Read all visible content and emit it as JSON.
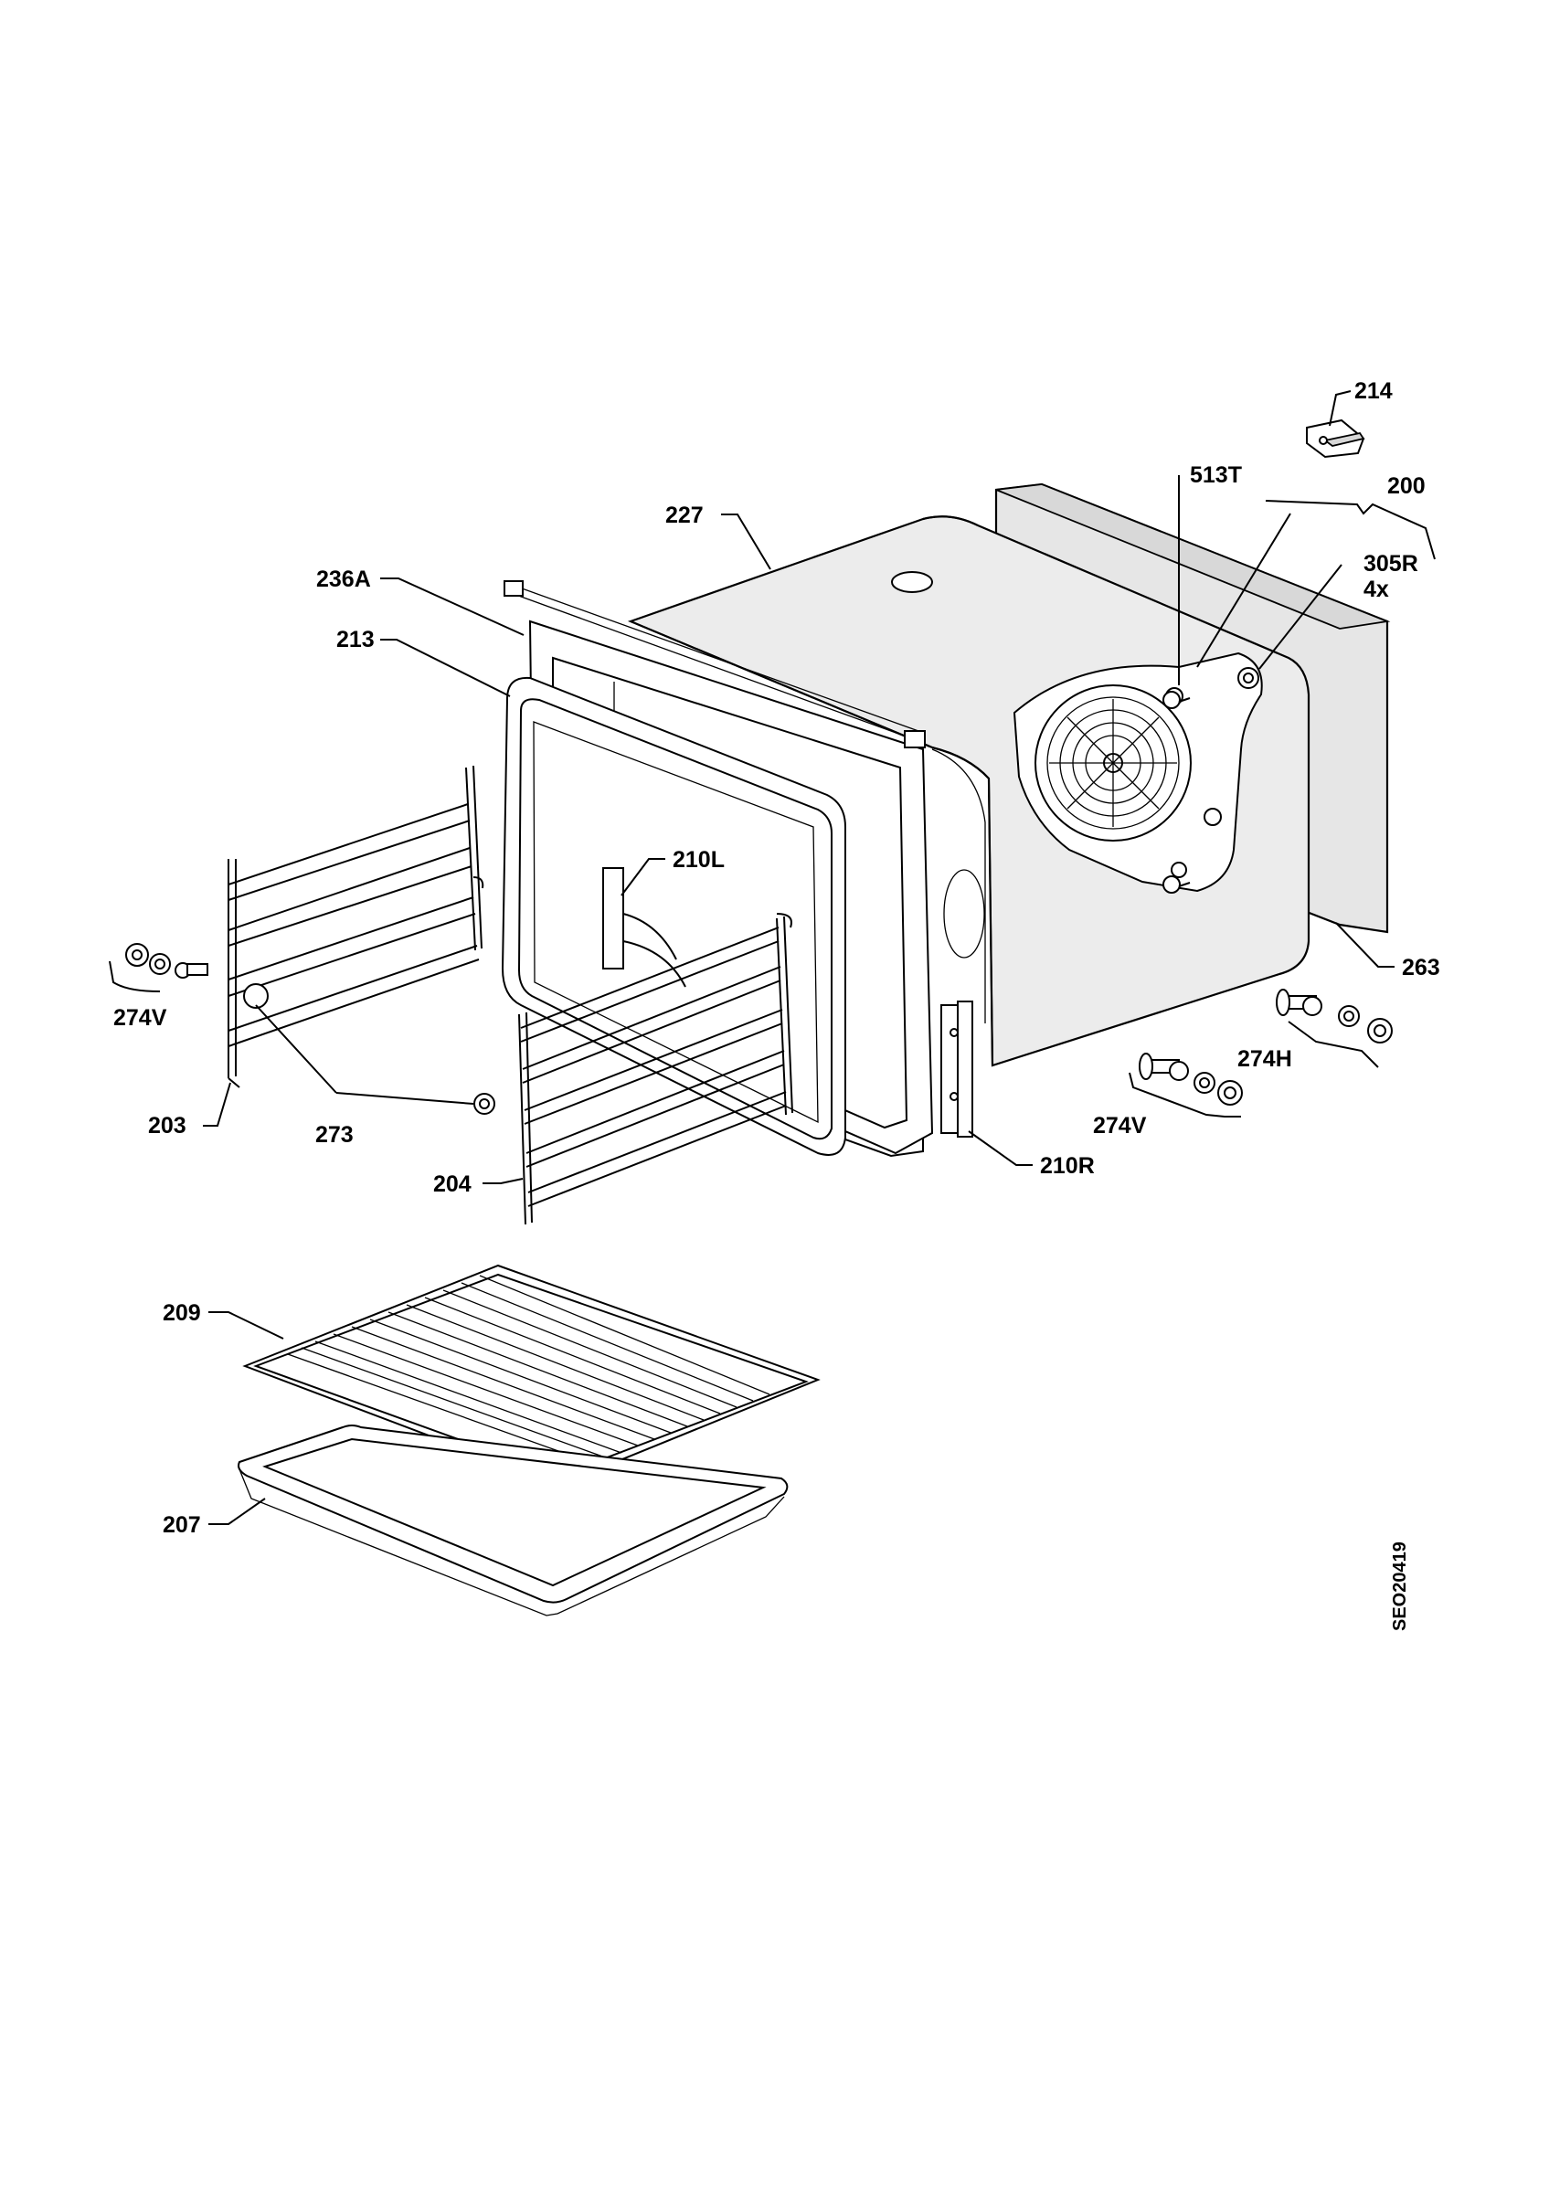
{
  "diagram": {
    "reference_code": "SEO20419",
    "labels": {
      "p214": "214",
      "p513T": "513T",
      "p200": "200",
      "p305R": "305R",
      "p4x": "4x",
      "p227": "227",
      "p236A": "236A",
      "p213": "213",
      "p210L": "210L",
      "p263": "263",
      "p274V_left": "274V",
      "p274H": "274H",
      "p274V_right": "274V",
      "p203": "203",
      "p273": "273",
      "p210R": "210R",
      "p204": "204",
      "p209": "209",
      "p207": "207"
    }
  }
}
